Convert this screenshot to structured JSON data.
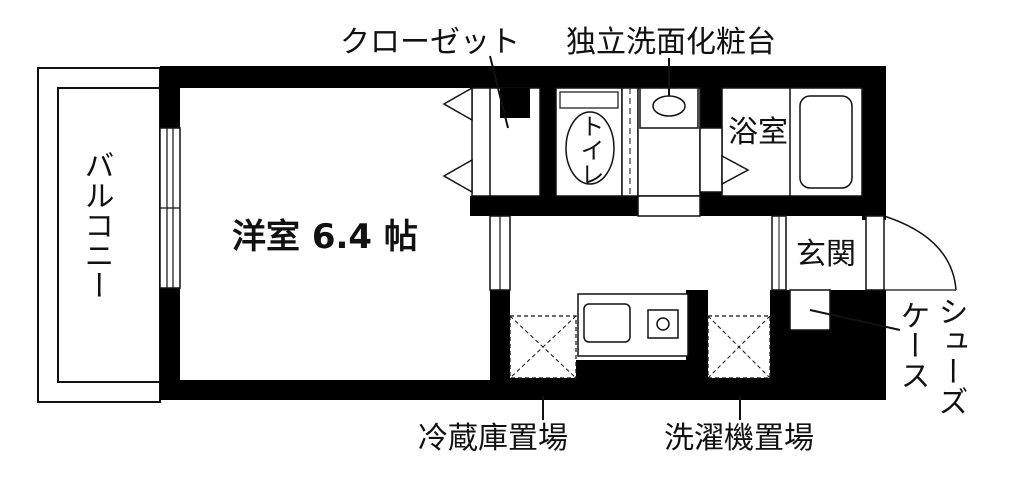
{
  "floor_plan": {
    "rooms": {
      "western_room": "洋室 6.4 帖",
      "balcony": "バルコニー",
      "bathroom": "浴室",
      "toilet": "トイレ",
      "entrance": "玄関"
    },
    "callouts": {
      "closet": "クローゼット",
      "vanity": "独立洗面化粧台",
      "fridge_space": "冷蔵庫置場",
      "washer_space": "洗濯機置場",
      "shoe_case_line1": "シューズ",
      "shoe_case_line2": "ケース"
    },
    "colors": {
      "wall": "#000000",
      "line": "#111111",
      "fixture_fill": "#ffffff"
    }
  }
}
